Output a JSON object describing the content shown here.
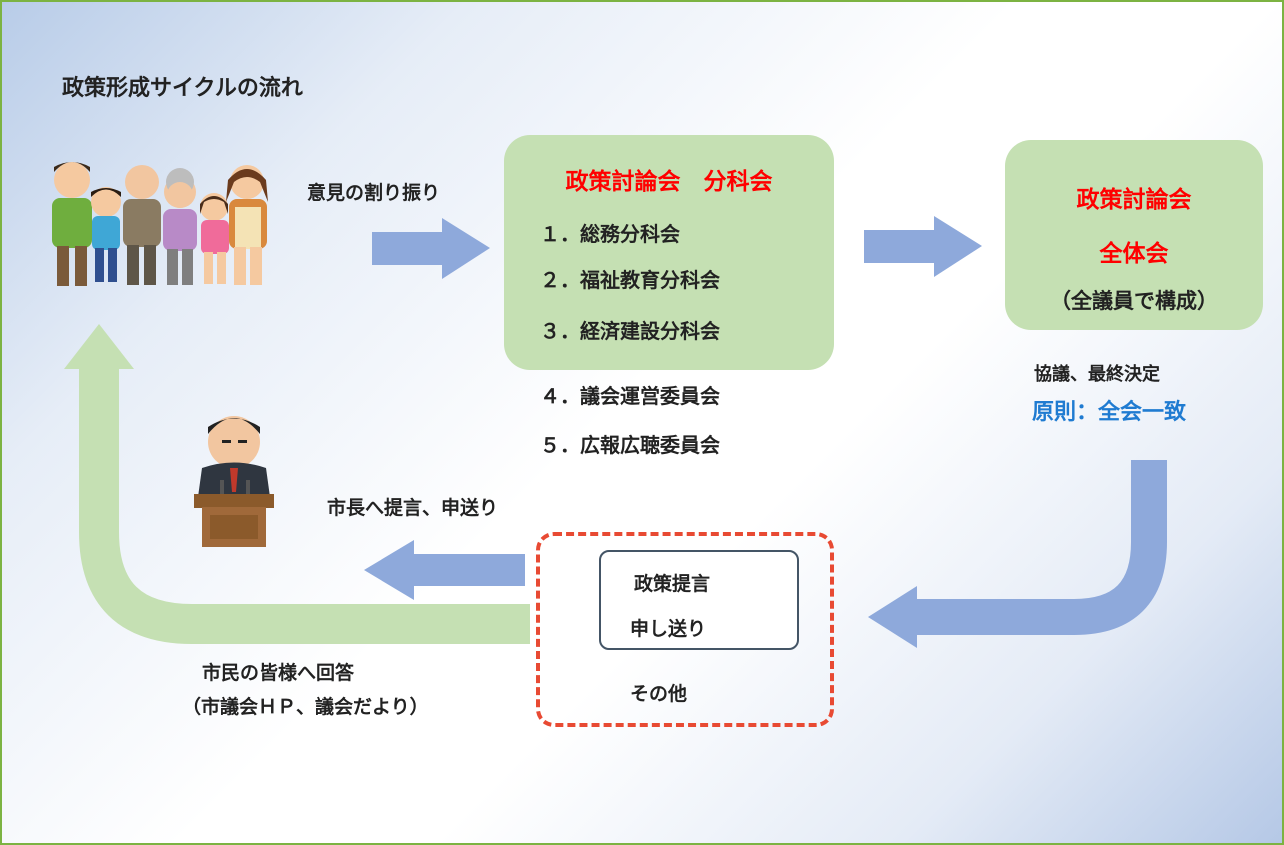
{
  "title": "政策形成サイクルの流れ",
  "opinion_label": "意見の割り振り",
  "subgroup": {
    "title": "政策討論会　分科会",
    "items": [
      "１．総務分科会",
      "２．福祉教育分科会",
      "３．経済建設分科会"
    ]
  },
  "other_committees": [
    "４．議会運営委員会",
    "５．広報広聴委員会"
  ],
  "plenary": {
    "line1": "政策討論会",
    "line2": "全体会",
    "line3": "（全議員で構成）"
  },
  "decision": {
    "label": "協議、最終決定",
    "rule": "原則：全会一致"
  },
  "outputs": {
    "items": [
      "政策提言",
      "申し送り"
    ],
    "other": "その他"
  },
  "mayor_label": "市長へ提言、申送り",
  "answer": {
    "line1": "市民の皆様へ回答",
    "line2": "（市議会ＨＰ、議会だより）"
  },
  "colors": {
    "accent_red": "#ff0000",
    "accent_blue": "#1f7bd1",
    "arrow_blue": "#8ea9db",
    "arrow_green": "#c5e0b3",
    "box_green": "#c5e0b3",
    "dashed_red": "#e84a33",
    "frame_green": "#7cb342"
  },
  "icons": [
    "citizens-illustration",
    "mayor-podium-illustration"
  ]
}
